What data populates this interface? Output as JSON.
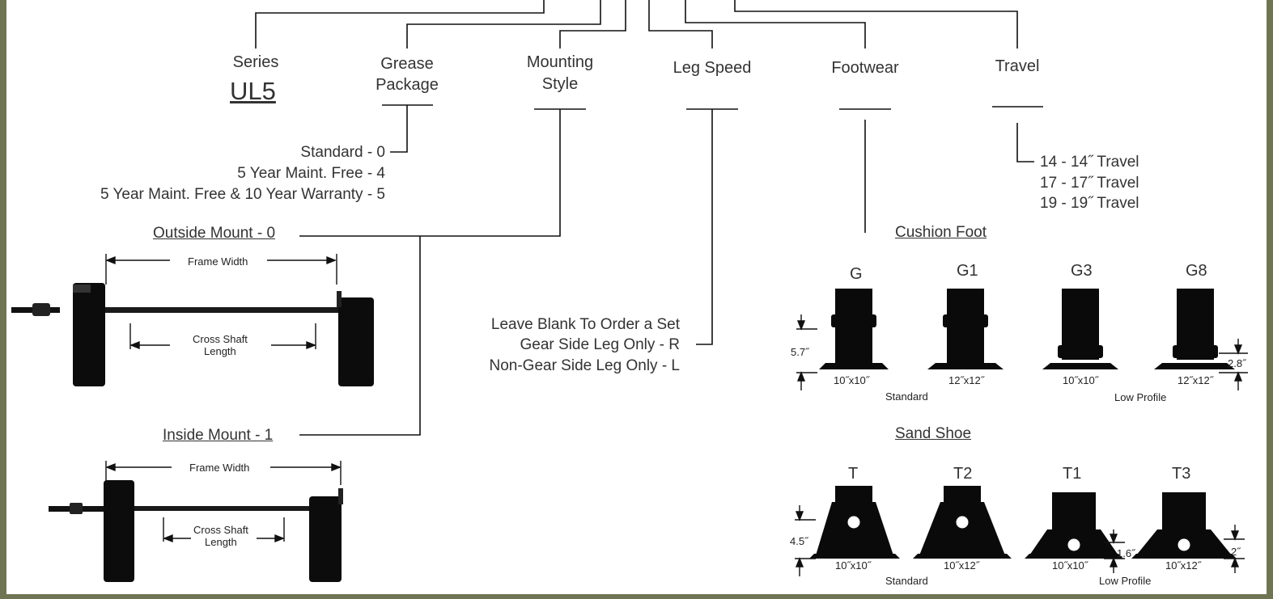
{
  "fields": {
    "series": {
      "label": "Series",
      "value": "UL5"
    },
    "grease": {
      "label_line1": "Grease",
      "label_line2": "Package"
    },
    "mounting": {
      "label_line1": "Mounting",
      "label_line2": "Style"
    },
    "leg_speed": {
      "label": "Leg Speed"
    },
    "footwear": {
      "label": "Footwear"
    },
    "travel": {
      "label": "Travel"
    }
  },
  "grease_options": [
    "Standard - 0",
    "5 Year Maint. Free - 4",
    "5 Year Maint. Free & 10 Year Warranty - 5"
  ],
  "travel_options": [
    "14 - 14˝ Travel",
    "17 - 17˝ Travel",
    "19 - 19˝ Travel"
  ],
  "leg_speed_options": [
    "Leave Blank To Order a Set",
    "Gear Side Leg Only - R",
    "Non-Gear Side Leg Only - L"
  ],
  "mounting_options": {
    "outside": "Outside Mount - 0",
    "inside": "Inside Mount - 1",
    "frame_width": "Frame Width",
    "cross_shaft_l1": "Cross Shaft",
    "cross_shaft_l2": "Length"
  },
  "cushion_foot": {
    "title": "Cushion Foot",
    "codes": [
      "G",
      "G1",
      "G3",
      "G8"
    ],
    "sizes": [
      "10˝x10˝",
      "12˝x12˝",
      "10˝x10˝",
      "12˝x12˝"
    ],
    "standard": "Standard",
    "low_profile": "Low Profile",
    "height_std": "5.7˝",
    "height_low": "2.8˝"
  },
  "sand_shoe": {
    "title": "Sand Shoe",
    "codes": [
      "T",
      "T2",
      "T1",
      "T3"
    ],
    "sizes": [
      "10˝x10˝",
      "10˝x12˝",
      "10˝x10˝",
      "10˝x12˝"
    ],
    "standard": "Standard",
    "low_profile": "Low Profile",
    "height_std": "4.5˝",
    "height_low_1": "1.6˝",
    "height_low_2": "2˝"
  },
  "colors": {
    "frame": "#6f7552",
    "ink": "#111111"
  }
}
